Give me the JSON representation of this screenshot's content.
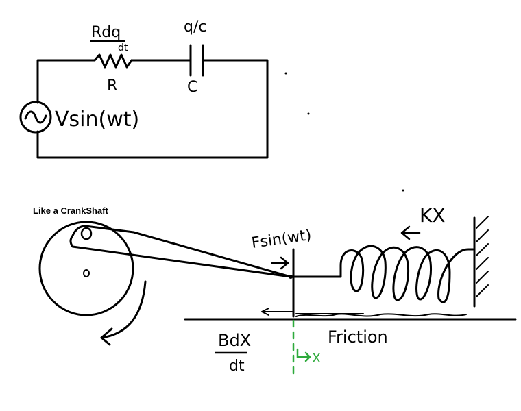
{
  "circuit": {
    "resistor_voltage": "Rdq",
    "resistor_voltage_denominator": "dt",
    "resistor_label": "R",
    "capacitor_voltage": "q/c",
    "capacitor_label": "C",
    "source_label": "Vsin(wt)"
  },
  "mechanical": {
    "crankshaft_label": "Like a CrankShaft",
    "force_label": "Fsin(wt)",
    "spring_force_label": "KX",
    "damping_numerator": "BdX",
    "damping_denominator": "dt",
    "friction_label": "Friction",
    "displacement_label": "X"
  },
  "colors": {
    "ink": "#000000",
    "displacement_marker": "#2eaa3c"
  }
}
